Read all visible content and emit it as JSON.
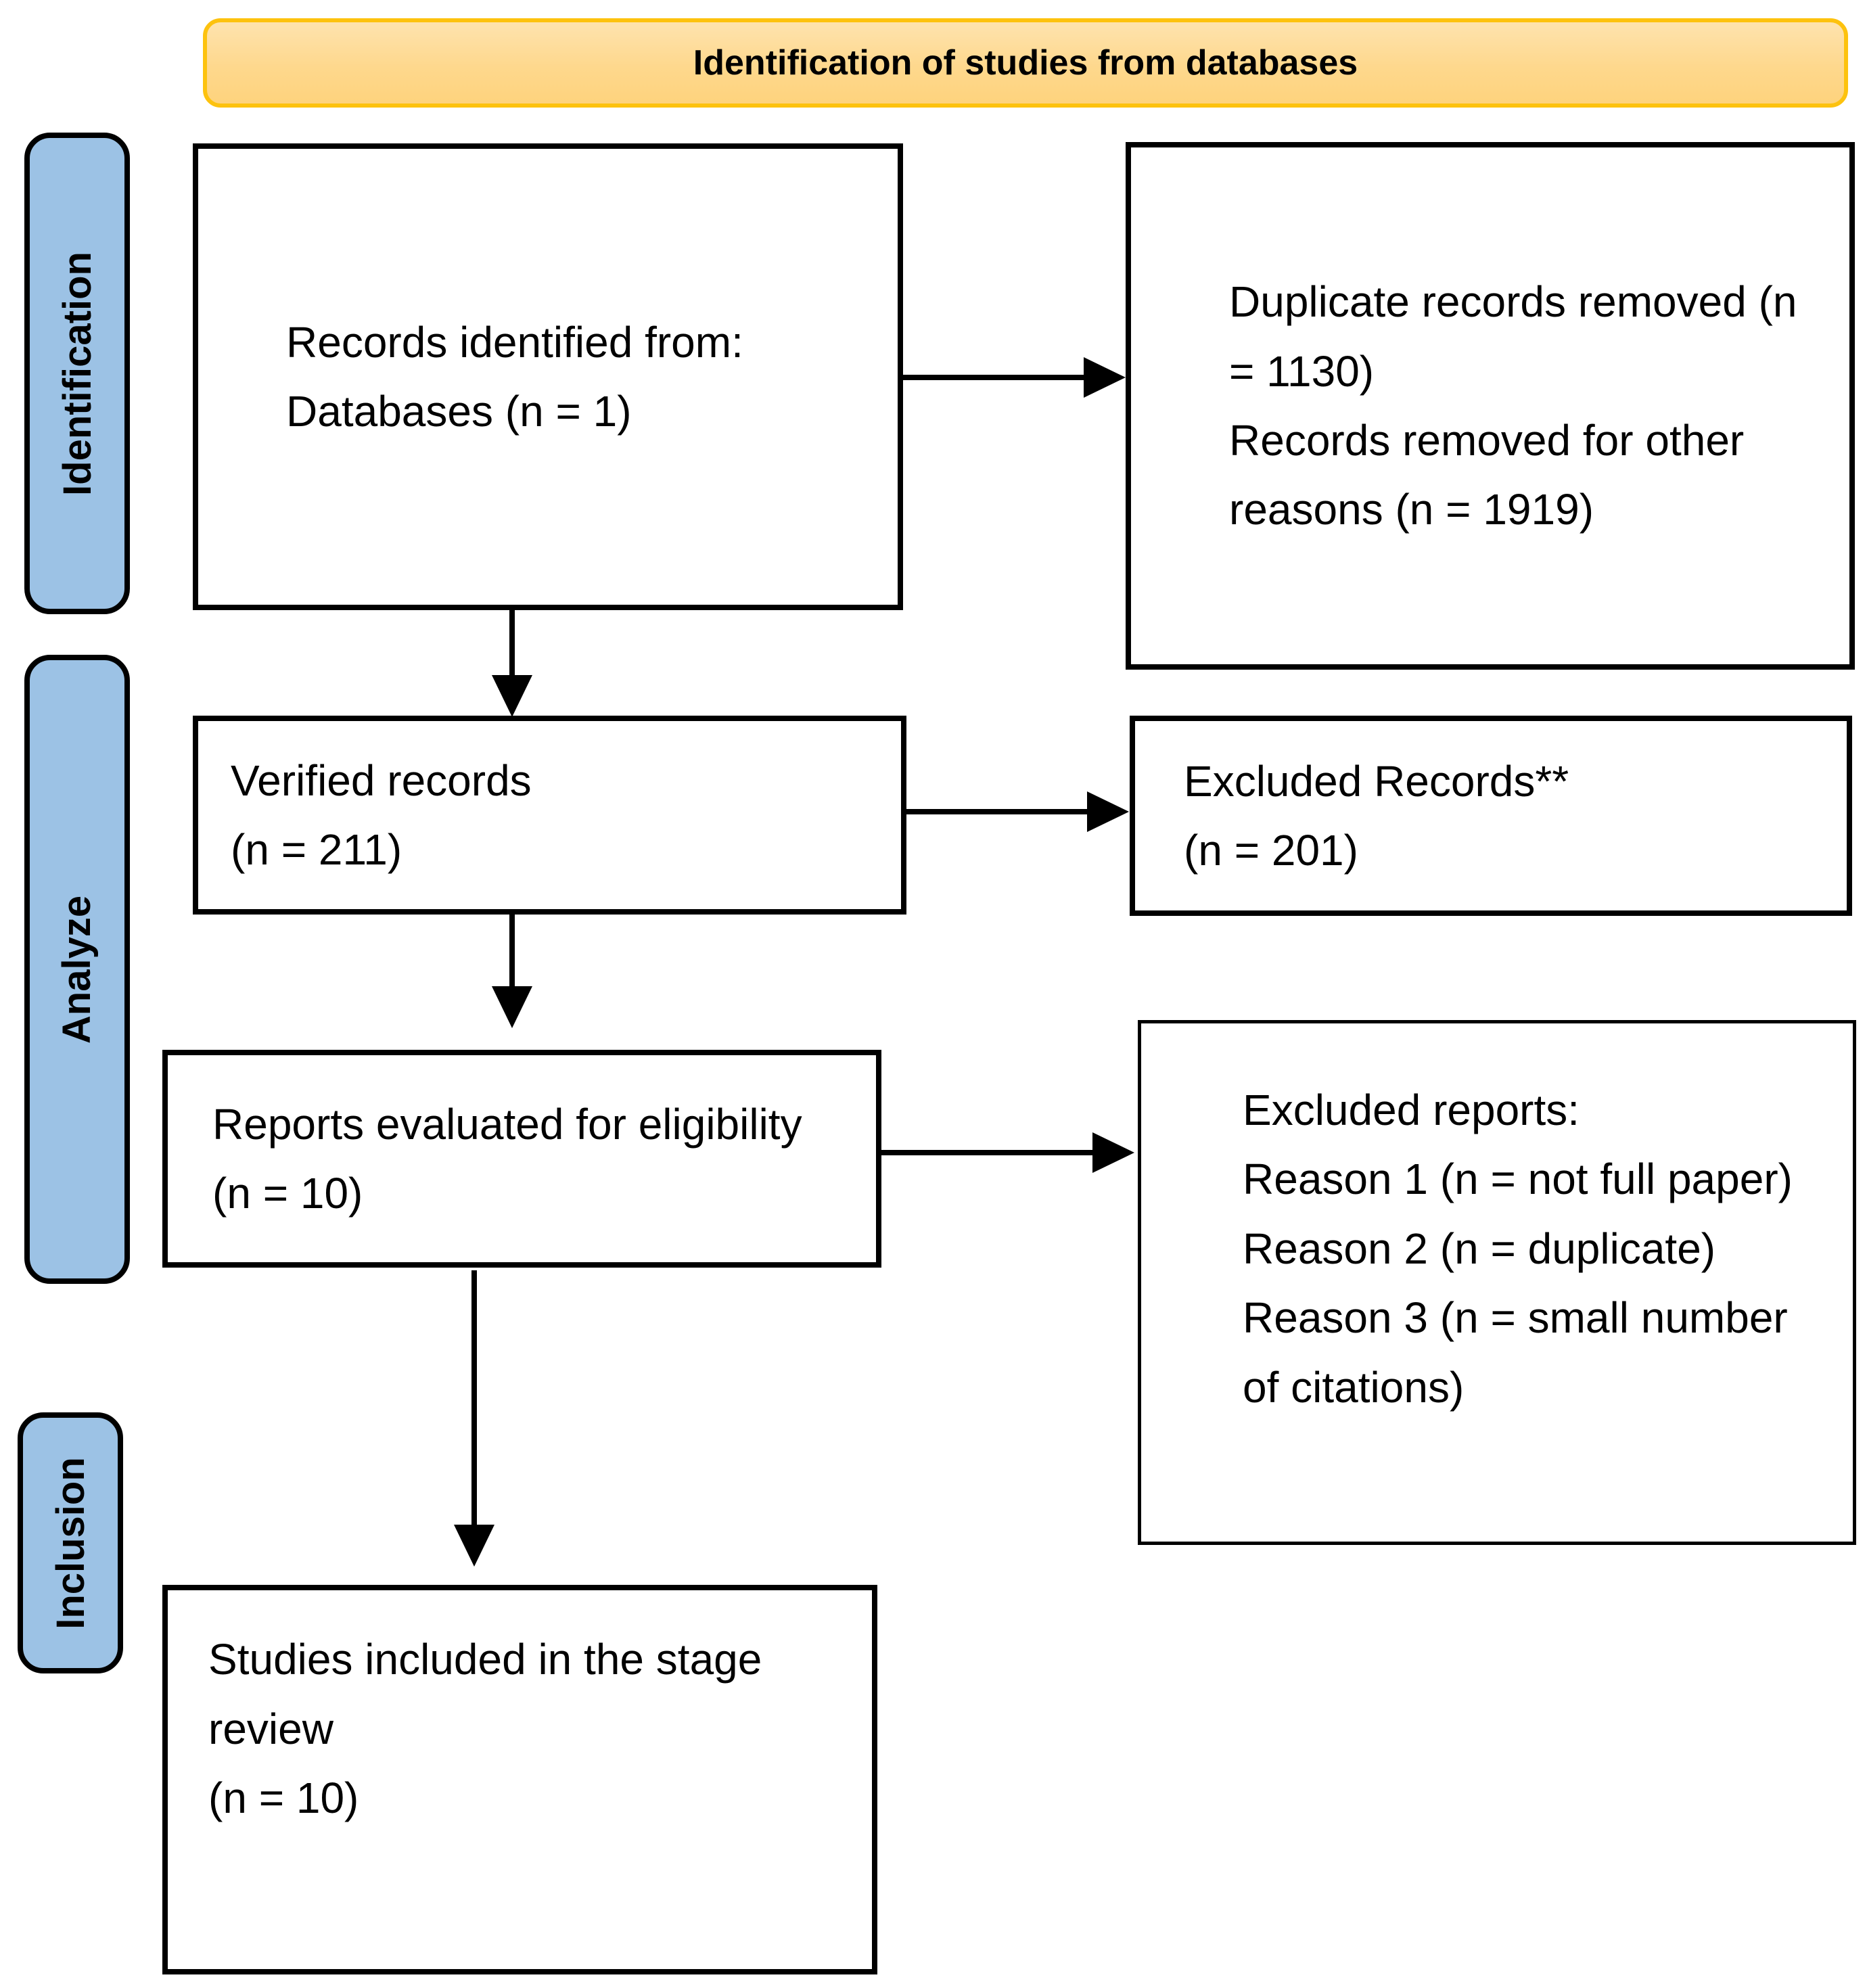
{
  "title_banner": {
    "label": "Identification of studies from databases"
  },
  "stage_labels": [
    {
      "id": "identification",
      "label": "Identification"
    },
    {
      "id": "analyze",
      "label": "Analyze"
    },
    {
      "id": "inclusion",
      "label": "Inclusion"
    }
  ],
  "flow_boxes": {
    "records_identified": {
      "text": "Records identified from:\nDatabases (n = 1)"
    },
    "duplicates_removed": {
      "text": "Duplicate records removed (n\n= 1130)\nRecords removed for other\nreasons (n = 1919)"
    },
    "verified_records": {
      "text": "Verified records\n(n = 211)"
    },
    "excluded_records": {
      "text": "Excluded Records**\n(n = 201)"
    },
    "reports_evaluated": {
      "text": "Reports evaluated for eligibility\n(n = 10)"
    },
    "excluded_reports": {
      "text": "Excluded reports:\nReason 1 (n = not full paper)\nReason 2 (n = duplicate)\nReason 3 (n = small number\nof citations)"
    },
    "studies_included": {
      "text": "Studies included in the stage\nreview\n(n = 10)"
    }
  },
  "colors": {
    "banner_border": "#FDC20E",
    "banner_fill_top": "#FEE3AE",
    "banner_fill_bottom": "#FED37D",
    "stage_fill": "#9CC2E5",
    "stage_border": "#000000",
    "flow_box_fill": "#FFFFFF",
    "flow_box_border": "#000000",
    "arrow": "#000000",
    "text": "#000000"
  }
}
